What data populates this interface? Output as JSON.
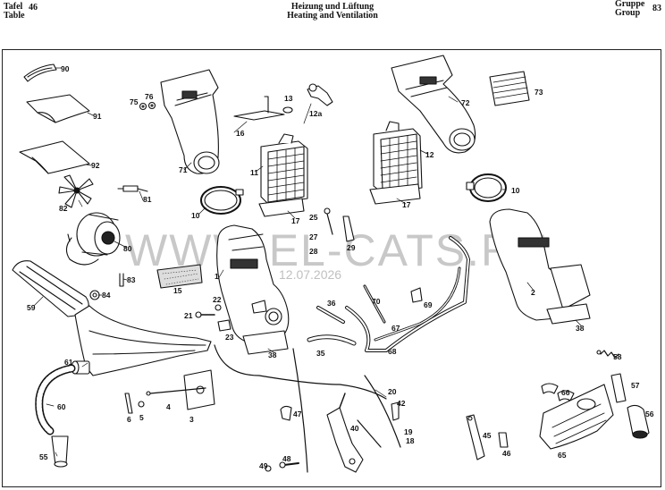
{
  "header": {
    "table_de": "Tafel",
    "table_en": "Table",
    "table_no": "46",
    "title_de": "Heizung und Lüftung",
    "title_en": "Heating and Ventilation",
    "group_de": "Gruppe",
    "group_en": "Group",
    "group_no": "83"
  },
  "watermark": {
    "text": "WWW.EL-CATS.RU",
    "date": "12.07.2026"
  },
  "part_labels": [
    "90",
    "91",
    "92",
    "82",
    "81",
    "80",
    "84",
    "83",
    "59",
    "75",
    "76",
    "71",
    "10",
    "16",
    "13",
    "12a",
    "11",
    "17",
    "12",
    "72",
    "73",
    "10",
    "17",
    "25",
    "27",
    "28",
    "29",
    "1",
    "15",
    "22",
    "21",
    "23",
    "38",
    "36",
    "70",
    "69",
    "67",
    "68",
    "35",
    "2",
    "38",
    "61",
    "60",
    "55",
    "6",
    "5",
    "4",
    "3",
    "47",
    "20",
    "42",
    "19",
    "18",
    "40",
    "48",
    "49",
    "45",
    "46",
    "66",
    "65",
    "58",
    "57",
    "56"
  ]
}
